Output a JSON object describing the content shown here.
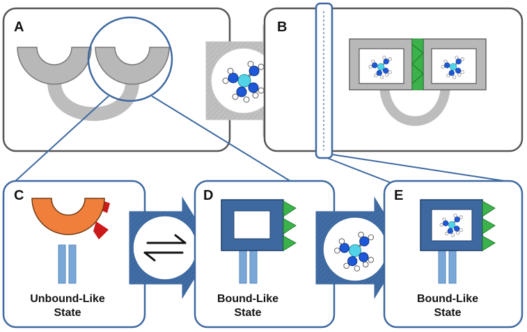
{
  "panels": {
    "a": {
      "letter": "A"
    },
    "b": {
      "letter": "B"
    },
    "c": {
      "letter": "C",
      "state_line1": "Unbound-Like",
      "state_line2": "State"
    },
    "d": {
      "letter": "D",
      "state_line1": "Bound-Like",
      "state_line2": "State"
    },
    "e": {
      "letter": "E",
      "state_line1": "Bound-Like",
      "state_line2": "State"
    }
  },
  "colors": {
    "top_panel_border": "#555555",
    "bottom_panel_border": "#3d68a0",
    "gray_fill": "#b8b8b8",
    "blue_arrow": "#3d68a0",
    "orange_domain": "#f07f3c",
    "red_flap": "#cc1a1a",
    "green_flap": "#3cb34a",
    "light_blue_stalk": "#79a7d8",
    "molecule_center": "#52d3e8",
    "molecule_arm": "#1c58d8",
    "molecule_h": "#ffffff"
  },
  "icons": {
    "equilibrium": "equilibrium-arrows-icon",
    "ligand": "ligand-molecule-icon"
  }
}
